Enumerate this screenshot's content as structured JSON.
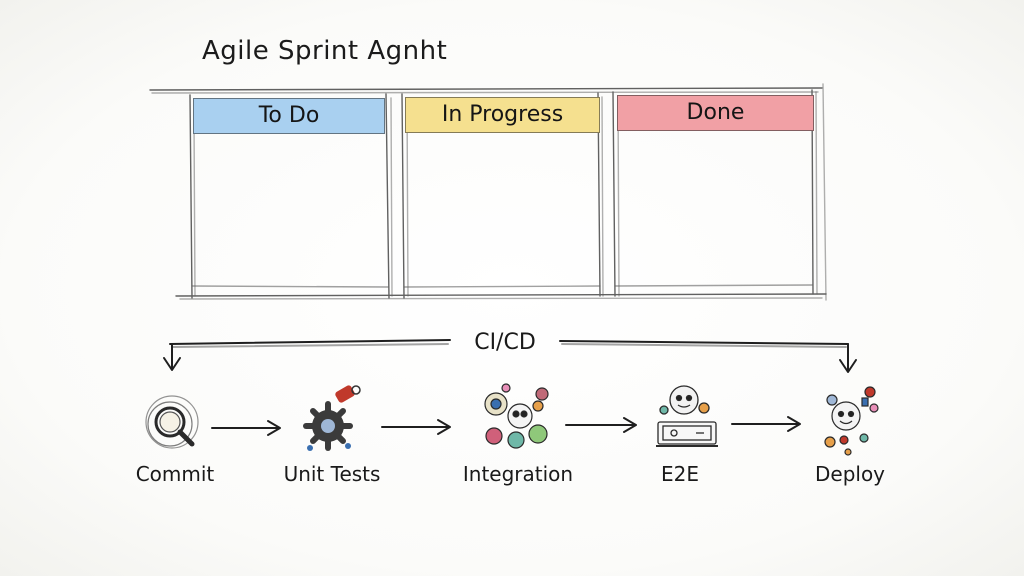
{
  "title": "Agile Sprint Agnht",
  "board": {
    "columns": [
      {
        "label": "To Do",
        "color": "#a9d0f0"
      },
      {
        "label": "In Progress",
        "color": "#f5e08f"
      },
      {
        "label": "Done",
        "color": "#f1a0a5"
      }
    ]
  },
  "pipeline": {
    "label": "CI/CD",
    "stages": [
      {
        "label": "Commit",
        "icon": "magnifier-icon"
      },
      {
        "label": "Unit Tests",
        "icon": "gear-icon"
      },
      {
        "label": "Integration",
        "icon": "puzzle-cluster-icon"
      },
      {
        "label": "E2E",
        "icon": "robot-monitor-icon"
      },
      {
        "label": "Deploy",
        "icon": "rocket-icon"
      }
    ]
  }
}
